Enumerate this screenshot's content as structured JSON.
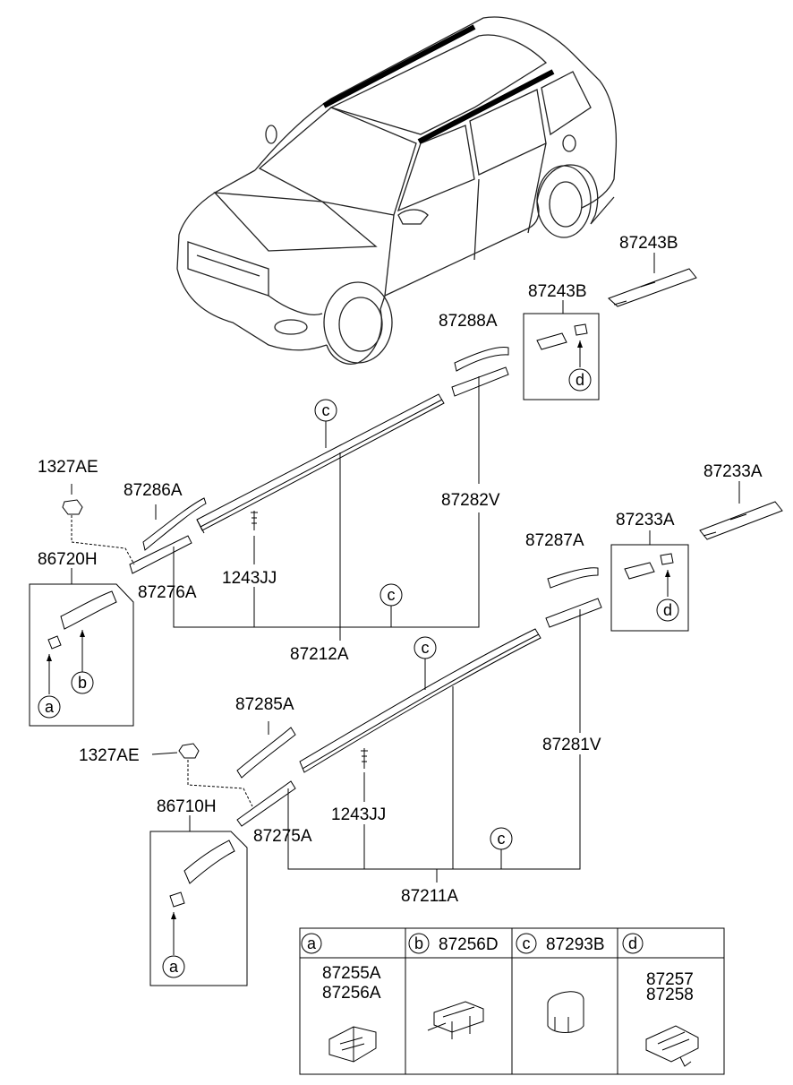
{
  "labels": {
    "p87243B_1": "87243B",
    "p87243B_2": "87243B",
    "p87288A": "87288A",
    "p1327AE_1": "1327AE",
    "p87286A": "87286A",
    "p87282V": "87282V",
    "p87233A_1": "87233A",
    "p87233A_2": "87233A",
    "p86720H": "86720H",
    "p87287A": "87287A",
    "p87276A": "87276A",
    "p1243JJ_1": "1243JJ",
    "p87212A": "87212A",
    "p87285A": "87285A",
    "p87281V": "87281V",
    "p1327AE_2": "1327AE",
    "p86710H": "86710H",
    "p1243JJ_2": "1243JJ",
    "p87275A": "87275A",
    "p87211A": "87211A"
  },
  "callouts": {
    "a": "a",
    "b": "b",
    "c": "c",
    "d": "d"
  },
  "legend": {
    "col_a": {
      "key": "a",
      "lines": [
        "87255A",
        "87256A"
      ]
    },
    "col_b": {
      "key": "b",
      "part": "87256D"
    },
    "col_c": {
      "key": "c",
      "part": "87293B"
    },
    "col_d": {
      "key": "d",
      "lines": [
        "87257",
        "87258"
      ]
    }
  }
}
